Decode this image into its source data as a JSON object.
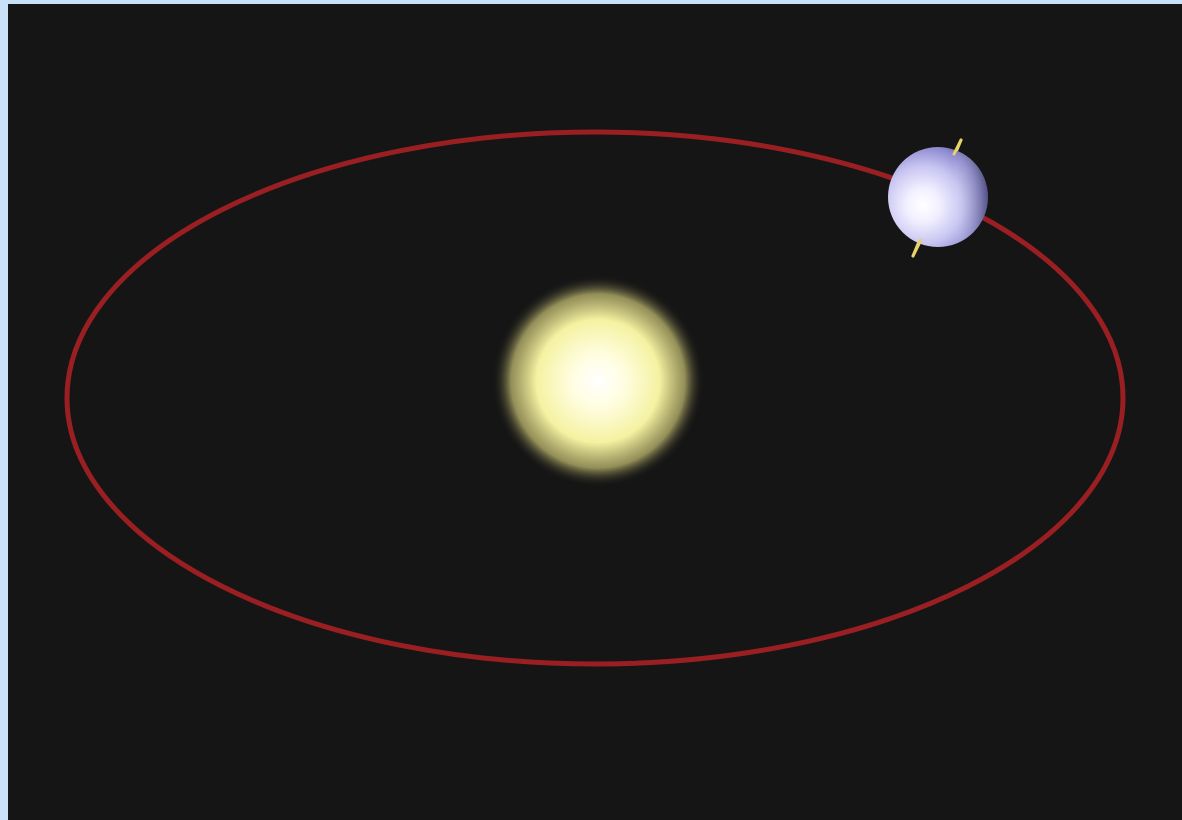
{
  "scene": {
    "background_color": "#151515",
    "frame_color": "#c9e1f7",
    "orbit_color": "#9a1f22",
    "sun_color": "#f4f2a8",
    "planet_color": "#b9b7ee",
    "axis_color": "#e7d36a",
    "objects": [
      "sun",
      "planet",
      "orbit",
      "rotation-axis"
    ]
  }
}
